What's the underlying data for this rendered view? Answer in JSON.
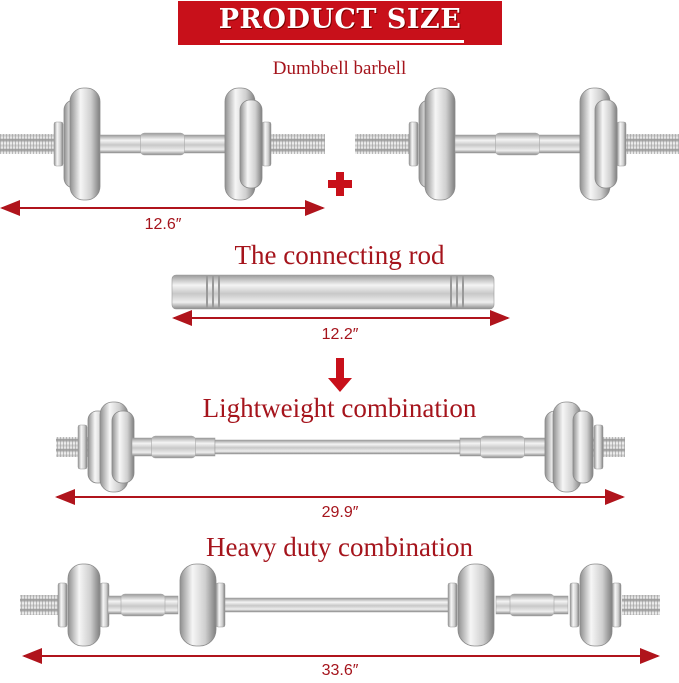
{
  "title": "PRODUCT SIZE",
  "sections": {
    "dumbbell": {
      "heading": "Dumbbell barbell",
      "length": "12.6″"
    },
    "rod": {
      "heading": "The connecting rod",
      "length": "12.2″"
    },
    "lightweight": {
      "heading": "Lightweight combination",
      "length": "29.9″"
    },
    "heavy": {
      "heading": "Heavy duty combination",
      "length": "33.6″"
    }
  },
  "icons": {
    "plus": "plus-icon",
    "arrow": "down-arrow-icon"
  },
  "colors": {
    "accent": "#c8101a",
    "text": "#a5141c"
  }
}
